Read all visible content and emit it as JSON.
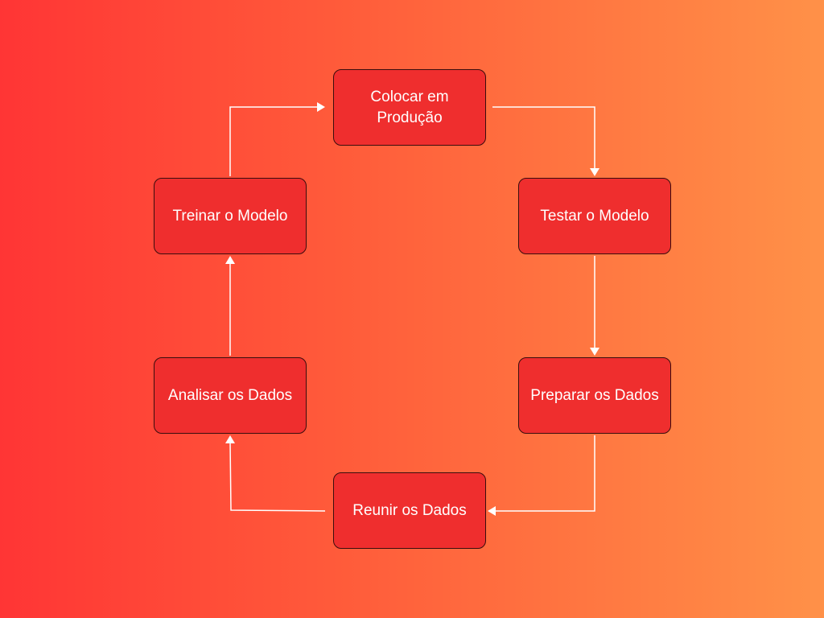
{
  "diagram": {
    "colors": {
      "node_fill": "#ef2e2e",
      "node_border": "#3a0d0d",
      "text": "#ffffff",
      "arrow": "#ffffff",
      "background_start": "#ff3535",
      "background_end": "#ff9148"
    },
    "nodes": {
      "colocar": {
        "label": "Colocar em Produção"
      },
      "testar": {
        "label": "Testar o Modelo"
      },
      "preparar": {
        "label": "Preparar os Dados"
      },
      "reunir": {
        "label": "Reunir os Dados"
      },
      "analisar": {
        "label": "Analisar os Dados"
      },
      "treinar": {
        "label": "Treinar o Modelo"
      }
    },
    "edges": [
      {
        "from": "colocar",
        "to": "testar"
      },
      {
        "from": "testar",
        "to": "preparar"
      },
      {
        "from": "preparar",
        "to": "reunir"
      },
      {
        "from": "reunir",
        "to": "analisar"
      },
      {
        "from": "analisar",
        "to": "treinar"
      },
      {
        "from": "treinar",
        "to": "colocar"
      }
    ]
  }
}
